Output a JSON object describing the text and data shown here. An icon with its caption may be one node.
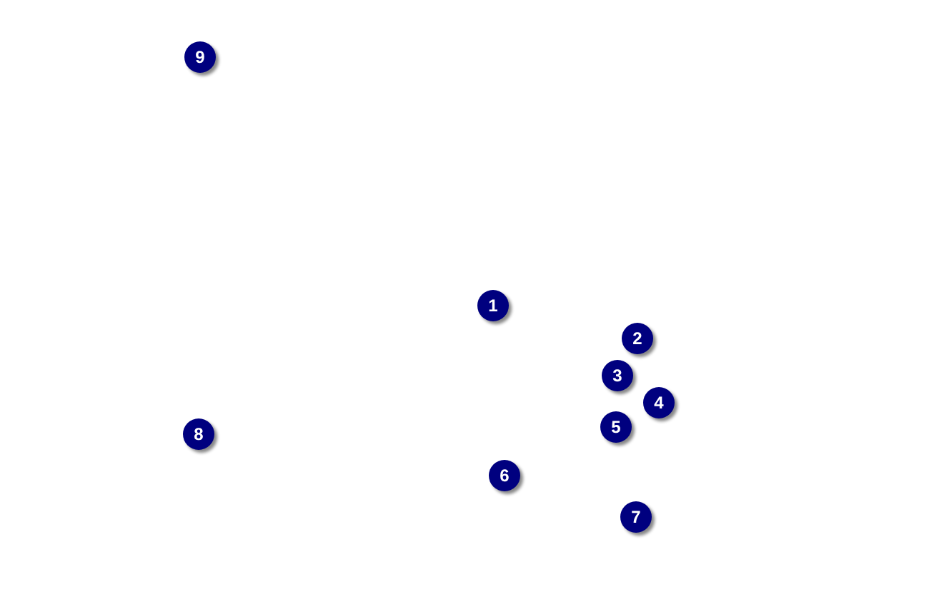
{
  "diagram": {
    "labels": [
      "9",
      "1",
      "2",
      "3",
      "4",
      "5",
      "8",
      "6",
      "7"
    ]
  }
}
